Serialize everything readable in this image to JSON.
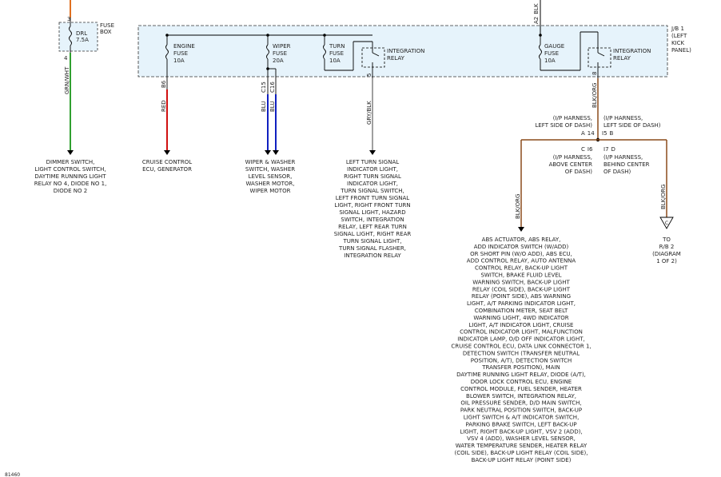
{
  "fuse_box": {
    "label1": "FUSE",
    "label2": "BOX",
    "fuse_name": "DRL",
    "fuse_rating": "7.5A",
    "pin_top": "3",
    "pin_bottom": "4"
  },
  "junction_block": {
    "l1": "J/B 1",
    "l2": "(LEFT",
    "l3": "KICK",
    "l4": "PANEL)",
    "wire_top": "BLK",
    "pin_top": "A2"
  },
  "fuses": [
    {
      "name": "ENGINE",
      "name2": "FUSE",
      "rating": "10A",
      "pin": "B6",
      "wire": "RED"
    },
    {
      "name": "WIPER",
      "name2": "FUSE",
      "rating": "20A",
      "pin1": "C15",
      "pin2": "C16",
      "wire1": "BLU",
      "wire2": "BLU"
    },
    {
      "name": "TURN",
      "name2": "FUSE",
      "rating": "10A"
    },
    {
      "name": "GAUGE",
      "name2": "FUSE",
      "rating": "10A"
    }
  ],
  "relays": [
    {
      "l1": "INTEGRATION",
      "l2": "RELAY",
      "pin": "5",
      "wire": "GRY/BLK"
    },
    {
      "l1": "INTEGRATION",
      "l2": "RELAY",
      "pin": "8",
      "wire": "BLK/ORG"
    }
  ],
  "drl_wire": "GRN/WHT",
  "dest_dimmer": [
    "DIMMER SWITCH,",
    "LIGHT CONTROL SWITCH,",
    "DAYTIME RUNNING LIGHT",
    "RELAY NO 4, DIODE NO 1,",
    "DIODE NO 2"
  ],
  "dest_cruise": [
    "CRUISE CONTROL",
    "ECU, GENERATOR"
  ],
  "dest_wiper": [
    "WIPER & WASHER",
    "SWITCH, WASHER",
    "LEVEL SENSOR,",
    "WASHER MOTOR,",
    "WIPER MOTOR"
  ],
  "dest_turn": [
    "LEFT TURN SIGNAL",
    "INDICATOR LIGHT,",
    "RIGHT TURN SIGNAL",
    "INDICATOR LIGHT,",
    "TURN SIGNAL SWITCH,",
    "LEFT FRONT TURN SIGNAL",
    "LIGHT, RIGHT FRONT TURN",
    "SIGNAL LIGHT, HAZARD",
    "SWITCH, INTEGRATION",
    "RELAY, LEFT REAR TURN",
    "SIGNAL LIGHT, RIGHT REAR",
    "TURN SIGNAL LIGHT,",
    "TURN SIGNAL FLASHER,",
    "INTEGRATION RELAY"
  ],
  "harness": {
    "a_l1": "(I/P HARNESS,",
    "a_l2": "LEFT SIDE OF DASH)",
    "a_conn": "A",
    "a_pin": "14",
    "b_l1": "(I/P HARNESS,",
    "b_l2": "LEFT SIDE OF DASH)",
    "b_conn": "B",
    "b_pin": "I5",
    "c_conn": "C",
    "c_pin": "I6",
    "c_l1": "(I/P HARNESS,",
    "c_l2": "ABOVE CENTER",
    "c_l3": "OF DASH)",
    "d_conn": "D",
    "d_pin": "I7",
    "d_l1": "(I/P HARNESS,",
    "d_l2": "BEHIND CENTER",
    "d_l3": "OF DASH)"
  },
  "wire_blkorg_left": "BLK/ORG",
  "wire_blkorg_right": "BLK/ORG",
  "connector_c": "C",
  "dest_rb2": [
    "TO",
    "R/B 2",
    "(DIAGRAM",
    "1 OF 2)"
  ],
  "dest_abs": [
    "ABS ACTUATOR, ABS RELAY,",
    "ADD INDICATOR SWITCH (W/ADD)",
    "OR SHORT PIN (W/O ADD), ABS ECU,",
    "ADD CONTROL RELAY, AUTO ANTENNA",
    "CONTROL RELAY, BACK-UP LIGHT",
    "SWITCH, BRAKE FLUID LEVEL",
    "WARNING SWITCH, BACK-UP LIGHT",
    "RELAY (COIL SIDE), BACK-UP LIGHT",
    "RELAY (POINT SIDE), ABS WARNING",
    "LIGHT, A/T PARKING INDICATOR LIGHT,",
    "COMBINATION METER, SEAT BELT",
    "WARNING LIGHT, 4WD INDICATOR",
    "LIGHT, A/T INDICATOR LIGHT, CRUISE",
    "CONTROL INDICATOR LIGHT, MALFUNCTION",
    "INDICATOR LAMP, O/D OFF INDICATOR LIGHT,",
    "CRUISE CONTROL ECU, DATA LINK CONNECTOR 1,",
    "DETECTION SWITCH (TRANSFER NEUTRAL",
    "POSITION, A/T), DETECTION SWITCH",
    "TRANSFER POSITION), MAIN",
    "DAYTIME RUNNING LIGHT RELAY, DIODE (A/T),",
    "DOOR LOCK CONTROL ECU, ENGINE",
    "CONTROL MODULE, FUEL SENDER, HEATER",
    "BLOWER SWITCH, INTEGRATION RELAY,",
    "OIL PRESSURE SENDER, D/D MAIN SWITCH,",
    "PARK NEUTRAL POSITION SWITCH, BACK-UP",
    "LIGHT SWITCH & A/T INDICATOR SWITCH,",
    "PARKING BRAKE SWITCH, LEFT BACK-UP",
    "LIGHT, RIGHT BACK-UP LIGHT, VSV 2 (ADD),",
    "VSV 4 (ADD), WASHER LEVEL SENSOR,",
    "WATER TEMPERATURE SENDER, HEATER RELAY",
    "(COIL SIDE), BACK-UP LIGHT RELAY (COIL SIDE),",
    "BACK-UP LIGHT RELAY (POINT SIDE)"
  ],
  "figure_id": "81460",
  "colors": {
    "box_fill": "#e6f3fb",
    "orange": "#e07020",
    "green": "#30a030",
    "red": "#d01010",
    "blue": "#1020c0",
    "gray": "#a0a0a0",
    "brown": "#8a4a1a",
    "black": "#000000"
  }
}
